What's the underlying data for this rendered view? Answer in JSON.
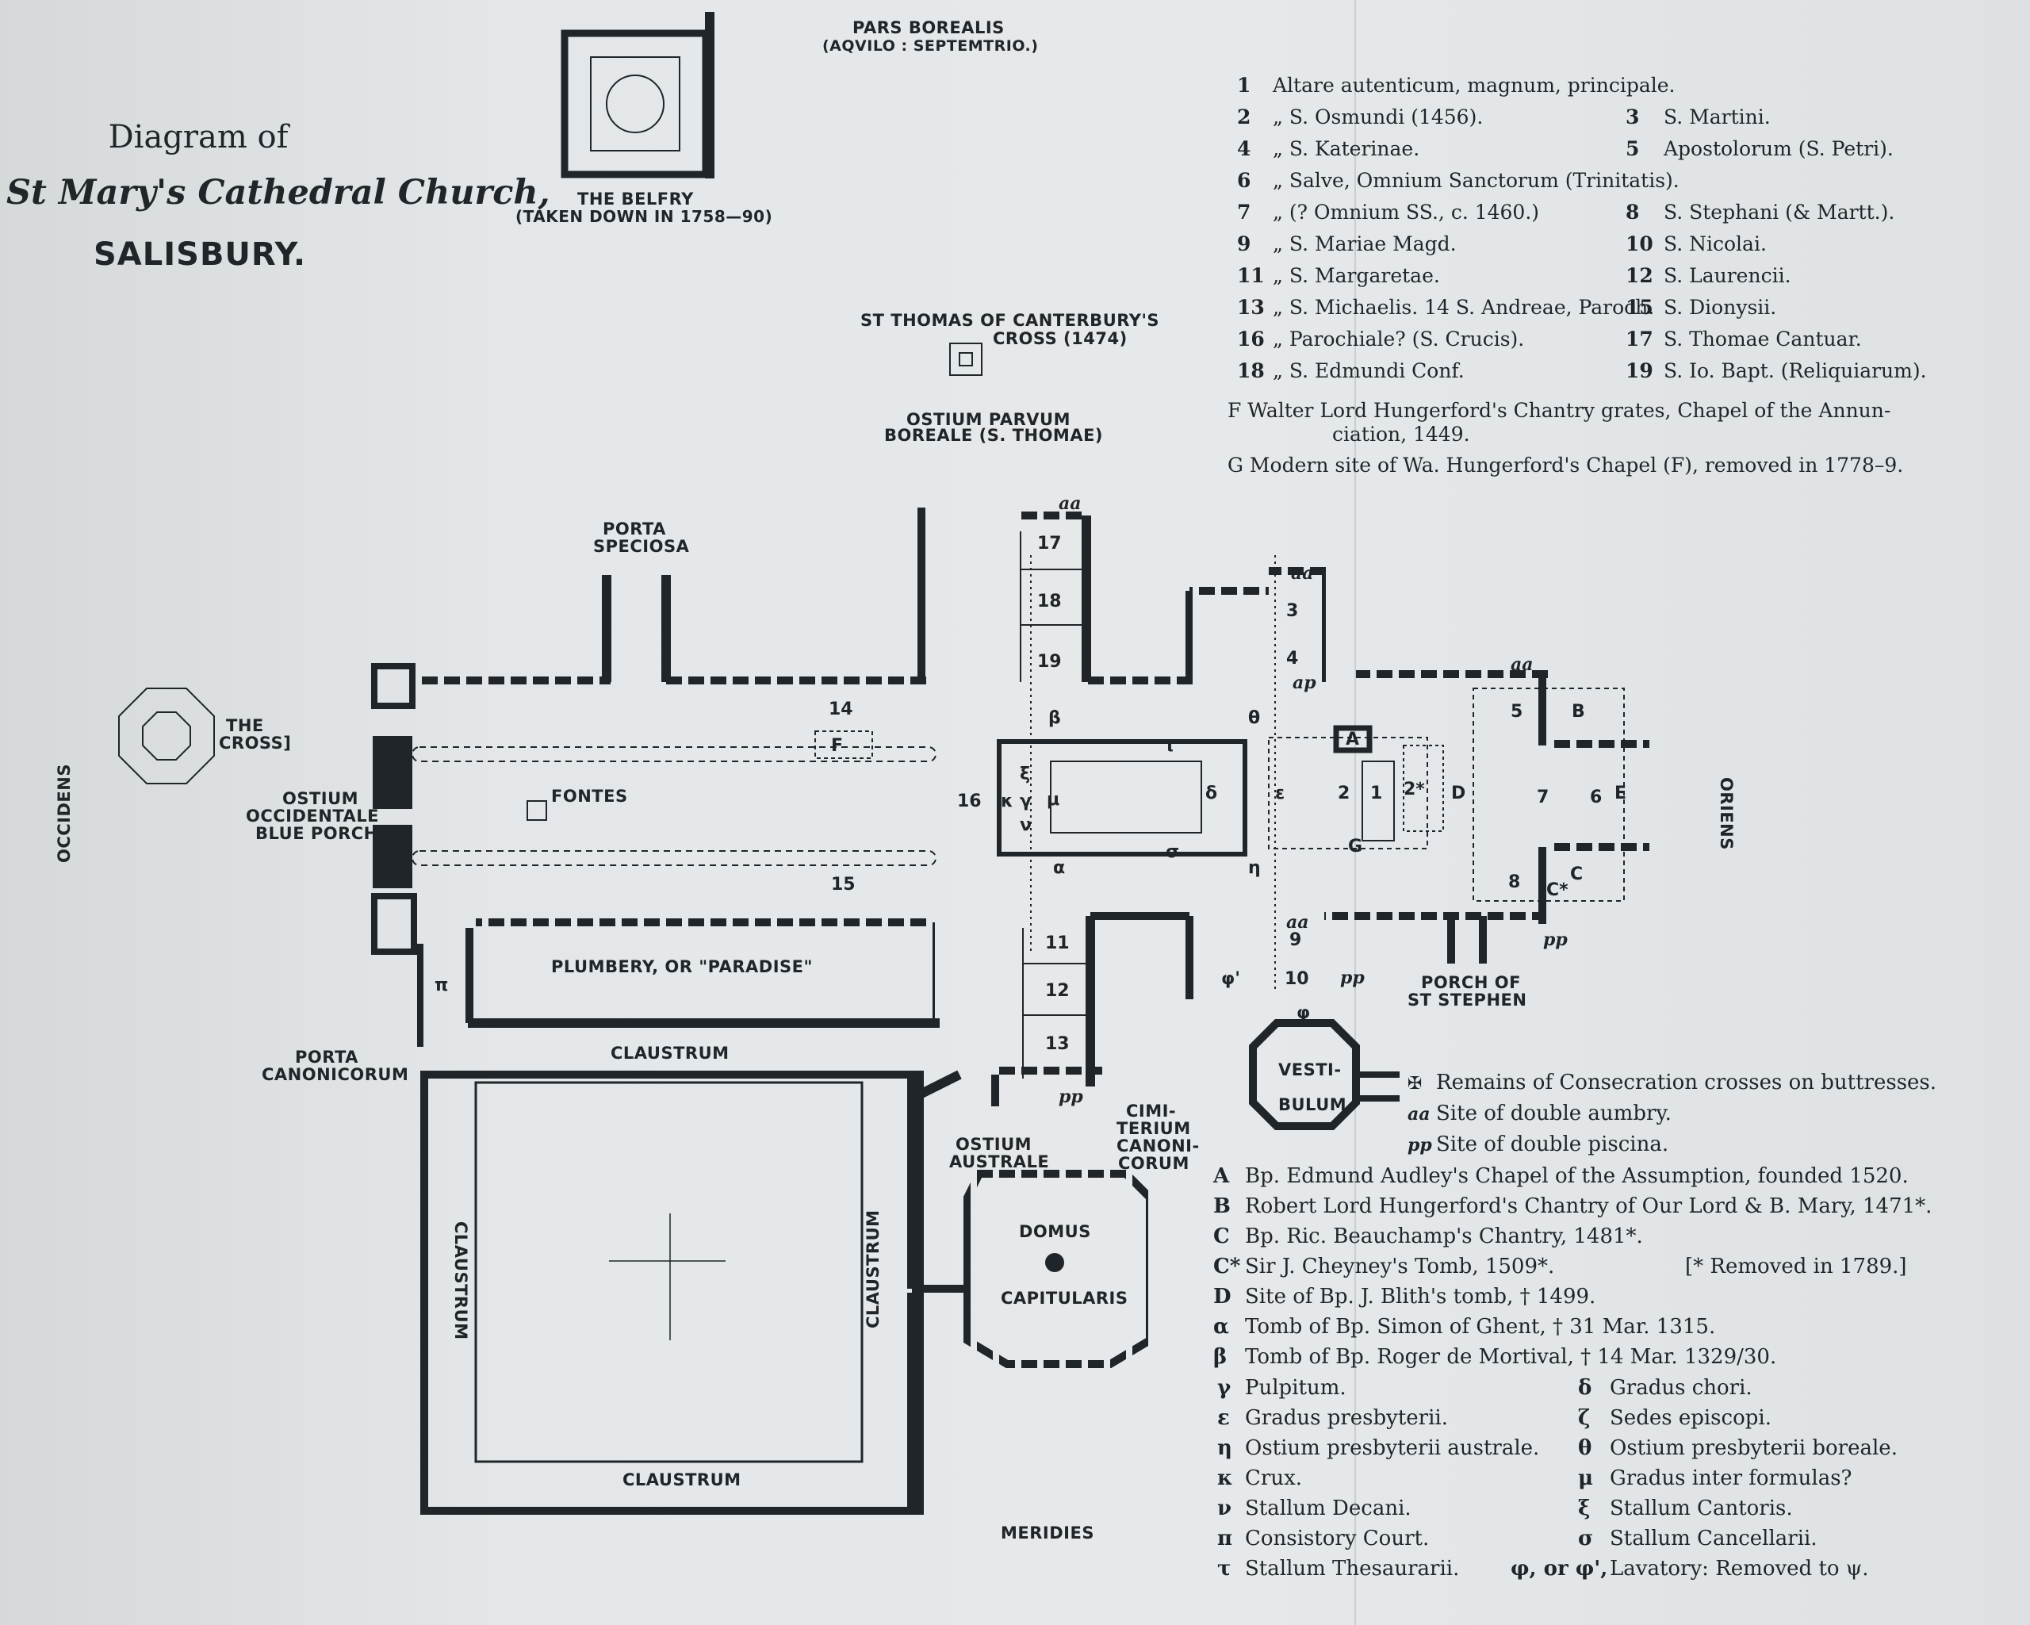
{
  "title": {
    "line1": "Diagram of",
    "line2": "St Mary's Cathedral Church,",
    "line3": "SALISBURY."
  },
  "compass": {
    "north1": "PARS BOREALIS",
    "north2": "(AQVILO : SEPTEMTRIO.)",
    "east": "ORIENS",
    "west": "OCCIDENS",
    "south": "MERIDIES"
  },
  "places": {
    "belfry1": "THE BELFRY",
    "belfry2": "(TAKEN DOWN IN 1758—90)",
    "cross_thomas1": "ST THOMAS OF CANTERBURY'S",
    "cross_thomas2": "CROSS (1474)",
    "ostium_parvum1": "OSTIUM PARVUM",
    "ostium_parvum2": "BOREALE (S. THOMAE)",
    "porta_speciosa1": "PORTA",
    "porta_speciosa2": "SPECIOSA",
    "the_cross1": "THE",
    "the_cross2": "CROSS]",
    "ostium_occ1": "OSTIUM",
    "ostium_occ2": "OCCIDENTALE",
    "ostium_occ3": "BLUE PORCH",
    "fontes": "FONTES",
    "plumbery": "PLUMBERY, OR \"PARADISE\"",
    "porta_canon1": "PORTA",
    "porta_canon2": "CANONICORUM",
    "claustrum": "CLAUSTRUM",
    "ostium_australe1": "OSTIUM",
    "ostium_australe2": "AUSTRALE",
    "cimiterium1": "CIMI-",
    "cimiterium2": "TERIUM",
    "cimiterium3": "CANONI-",
    "cimiterium4": "CORUM",
    "domus1": "DOMUS",
    "domus2": "CAPITULARIS",
    "vesti1": "VESTI-",
    "vesti2": "BULUM",
    "porch_stephen1": "PORCH OF",
    "porch_stephen2": "ST STEPHEN"
  },
  "plan_labels": {
    "n14": "14",
    "n15": "15",
    "n16": "16",
    "n17": "17",
    "n18": "18",
    "n19": "19",
    "n11": "11",
    "n12": "12",
    "n13": "13",
    "n9": "9",
    "n10": "10",
    "n3": "3",
    "n4": "4",
    "n5": "5",
    "n8": "8",
    "n7": "7",
    "n6": "6",
    "n1": "1",
    "n2": "2",
    "n2s": "2*",
    "F": "F",
    "A": "A",
    "B": "B",
    "C": "C",
    "Cs": "C*",
    "D": "D",
    "E": "E",
    "G": "G",
    "beta": "β",
    "theta": "θ",
    "eps": "ε",
    "delta": "δ",
    "alpha": "α",
    "eta": "η",
    "kappa": "κ",
    "gamma": "γ",
    "nu": "ν",
    "xi": "ξ",
    "mu": "μ",
    "sigma": "σ",
    "tau": "τ",
    "pi": "π",
    "aa": "aa",
    "ap": "ap",
    "pp": "pp",
    "phi": "φ",
    "phip": "φ'"
  },
  "legend_top": [
    [
      "1",
      "Altare autenticum, magnum, principale.",
      "",
      ""
    ],
    [
      "2",
      "„   S. Osmundi (1456).",
      "3",
      "S. Martini."
    ],
    [
      "4",
      "„   S. Katerinae.",
      "5",
      "Apostolorum (S. Petri)."
    ],
    [
      "6",
      "„   Salve, Omnium Sanctorum (Trinitatis).",
      "",
      ""
    ],
    [
      "7",
      "„   (? Omnium SS., c. 1460.)",
      "8",
      "S. Stephani (& Martt.)."
    ],
    [
      "9",
      "„   S. Mariae Magd.",
      "10",
      "S. Nicolai."
    ],
    [
      "11",
      "„   S. Margaretae.",
      "12",
      "S. Laurencii."
    ],
    [
      "13",
      "„   S. Michaelis.   14 S. Andreae, Paroch.",
      "15",
      "S. Dionysii."
    ],
    [
      "16",
      "„   Parochiale? (S. Crucis).",
      "17",
      "S. Thomae Cantuar."
    ],
    [
      "18",
      "„   S. Edmundi Conf.",
      "19",
      "S. Io. Bapt. (Reliquiarum)."
    ]
  ],
  "legend_F1": "F   Walter Lord Hungerford's Chantry grates, Chapel of the Annun-",
  "legend_F2": "ciation, 1449.",
  "legend_G": "G   Modern site of Wa. Hungerford's Chapel (F), removed in 1778–9.",
  "symbols": [
    [
      "✠",
      "Remains of Consecration crosses on buttresses."
    ],
    [
      "aa",
      "Site of double aumbry."
    ],
    [
      "pp",
      "Site of double piscina."
    ]
  ],
  "legend_letters": [
    [
      "A",
      "Bp. Edmund Audley's Chapel of the Assumption, founded 1520."
    ],
    [
      "B",
      "Robert Lord Hungerford's Chantry of Our Lord & B. Mary, 1471*."
    ],
    [
      "C",
      "Bp. Ric. Beauchamp's Chantry, 1481*."
    ],
    [
      "C*",
      "Sir J. Cheyney's Tomb, 1509*."
    ],
    [
      "D",
      "Site of Bp. J. Blith's tomb, † 1499."
    ],
    [
      "α",
      "Tomb of Bp. Simon of Ghent, † 31 Mar. 1315."
    ],
    [
      "β",
      "Tomb of Bp. Roger de Mortival, † 14 Mar. 1329/30."
    ]
  ],
  "removed_note": "[* Removed in 1789.]",
  "legend_greek_left": [
    [
      "γ",
      "Pulpitum."
    ],
    [
      "ε",
      "Gradus presbyterii."
    ],
    [
      "η",
      "Ostium presbyterii australe."
    ],
    [
      "κ",
      "Crux."
    ],
    [
      "ν",
      "Stallum Decani."
    ],
    [
      "π",
      "Consistory Court."
    ],
    [
      "τ",
      "Stallum Thesaurarii."
    ]
  ],
  "legend_greek_right": [
    [
      "δ",
      "Gradus chori."
    ],
    [
      "ζ",
      "Sedes episcopi."
    ],
    [
      "θ",
      "Ostium presbyterii boreale."
    ],
    [
      "μ",
      "Gradus inter formulas?"
    ],
    [
      "ξ",
      "Stallum Cantoris."
    ],
    [
      "σ",
      "Stallum Cancellarii."
    ],
    [
      "φ, or φ',",
      "Lavatory: Removed to ψ."
    ]
  ],
  "colors": {
    "paper": "#e4e7e9",
    "ink": "#1f2528",
    "fold": "#c9cdcf"
  }
}
